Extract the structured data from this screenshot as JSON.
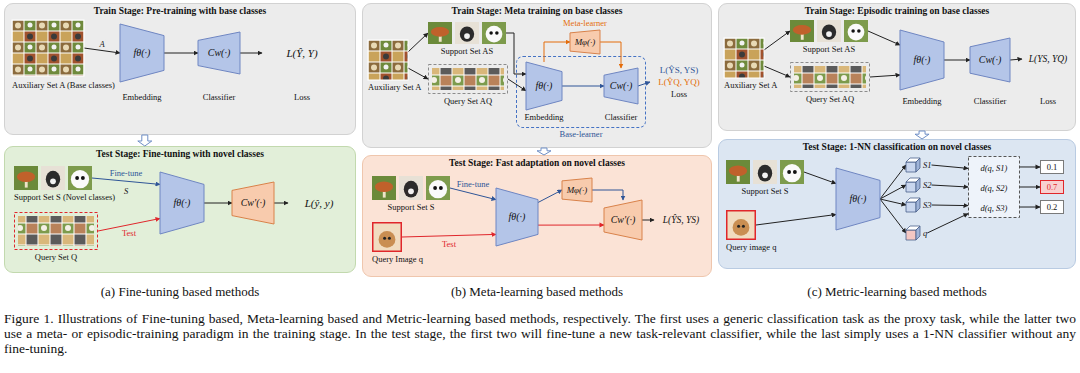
{
  "diagram": {
    "caption": "Figure 1. Illustrations of Fine-tuning based, Meta-learning based and Metric-learning based methods, respectively. The first uses a generic classification task as the proxy task, while the latter two use a meta- or episodic-training paradigm in the training stage. In the test stage, the first two will fine-tune a new task-relevant classifier, while the last simply uses a 1-NN classifier without any fine-tuning.",
    "nodes": [
      {
        "text": [
          "Train Stage: Pre-training with base classes"
        ]
      },
      {
        "text": [
          "Auxiliary Set A (Base classes)"
        ],
        "in": 0
      },
      {
        "text": [
          "fθ(·)",
          "Embedding"
        ],
        "in": 0
      },
      {
        "text": [
          "Cw(·)",
          "Classifier"
        ],
        "in": 0
      },
      {
        "text": [
          "L(Ŷ, Y)",
          "Loss"
        ],
        "in": 0
      },
      {
        "text": [
          "Test Stage: Fine-tuning with novel classes"
        ]
      },
      {
        "text": [
          "Support Set S (Novel classes)"
        ],
        "in": 5
      },
      {
        "text": [
          "Query Set Q"
        ],
        "in": 5
      },
      {
        "text": [
          "fθ(·)"
        ],
        "in": 5
      },
      {
        "text": [
          "Cw'(·)"
        ],
        "in": 5
      },
      {
        "text": [
          "L(ŷ, y)"
        ],
        "in": 5
      },
      {
        "text": [
          "Train Stage: Meta training on base classes"
        ]
      },
      {
        "text": [
          "Auxiliary Set A"
        ],
        "in": 11
      },
      {
        "text": [
          "Support Set AS"
        ],
        "in": 11
      },
      {
        "text": [
          "Query Set AQ"
        ],
        "in": 11
      },
      {
        "text": [
          "Meta-learner",
          "Mφ(·)"
        ],
        "in": 11
      },
      {
        "text": [
          "Base-learner"
        ],
        "in": 11
      },
      {
        "text": [
          "fθ(·)",
          "Embedding"
        ],
        "in": 16
      },
      {
        "text": [
          "Cw(·)",
          "Classifier"
        ],
        "in": 16
      },
      {
        "text": [
          "L(ŶS, YS)",
          "L(ŶQ, YQ)",
          "Loss"
        ],
        "in": 11
      },
      {
        "text": [
          "Test Stage: Fast adaptation on novel classes"
        ]
      },
      {
        "text": [
          "Support Set S"
        ],
        "in": 20
      },
      {
        "text": [
          "Query Image q"
        ],
        "in": 20
      },
      {
        "text": [
          "fθ(·)"
        ],
        "in": 20
      },
      {
        "text": [
          "Mφ(·)"
        ],
        "in": 20
      },
      {
        "text": [
          "Cw'(·)"
        ],
        "in": 20
      },
      {
        "text": [
          "L(ŶS, YS)"
        ],
        "in": 20
      },
      {
        "text": [
          "Train Stage: Episodic training on base classes"
        ]
      },
      {
        "text": [
          "Auxiliary Set A"
        ],
        "in": 27
      },
      {
        "text": [
          "Support Set AS"
        ],
        "in": 27
      },
      {
        "text": [
          "Query Set AQ"
        ],
        "in": 27
      },
      {
        "text": [
          "fθ(·)",
          "Embedding"
        ],
        "in": 27
      },
      {
        "text": [
          "Cw(·)",
          "Classifier"
        ],
        "in": 27
      },
      {
        "text": [
          "L(YS, YQ)",
          "Loss"
        ],
        "in": 27
      },
      {
        "text": [
          "Test Stage: 1-NN classification on novel classes"
        ]
      },
      {
        "text": [
          "Support Set S"
        ],
        "in": 34
      },
      {
        "text": [
          "Query image q"
        ],
        "in": 34
      },
      {
        "text": [
          "fθ(·)"
        ],
        "in": 34
      },
      {
        "text": [
          "S1"
        ],
        "in": 34
      },
      {
        "text": [
          "S2"
        ],
        "in": 34
      },
      {
        "text": [
          "S3"
        ],
        "in": 34
      },
      {
        "text": [
          "q"
        ],
        "in": 34
      },
      {
        "text": [
          "d(q, S1)",
          "d(q, S2)",
          "d(q, S3)"
        ],
        "in": 34
      },
      {
        "text": [
          "0.1"
        ],
        "in": 34
      },
      {
        "text": [
          "0.7"
        ],
        "in": 34
      },
      {
        "text": [
          "0.2"
        ],
        "in": 34
      }
    ],
    "edges": [
      {
        "from": 1,
        "to": 2,
        "arrow": "to",
        "label": "A"
      },
      {
        "from": 2,
        "to": 3,
        "arrow": "to"
      },
      {
        "from": 3,
        "to": 4,
        "arrow": "to"
      },
      {
        "from": 0,
        "to": 5,
        "arrow": "to"
      },
      {
        "from": 6,
        "to": 8,
        "arrow": "to",
        "label": "Fine-tune"
      },
      {
        "from": 7,
        "to": 8,
        "arrow": "to",
        "label": "Test"
      },
      {
        "from": 8,
        "to": 9,
        "arrow": "to"
      },
      {
        "from": 9,
        "to": 10,
        "arrow": "to"
      },
      {
        "from": 12,
        "to": 13,
        "arrow": "to"
      },
      {
        "from": 12,
        "to": 14,
        "arrow": "to"
      },
      {
        "from": 13,
        "to": 17,
        "arrow": "to"
      },
      {
        "from": 14,
        "to": 17,
        "arrow": "to"
      },
      {
        "from": 17,
        "to": 15,
        "arrow": "to"
      },
      {
        "from": 15,
        "to": 18,
        "arrow": "to"
      },
      {
        "from": 17,
        "to": 18,
        "arrow": "to"
      },
      {
        "from": 18,
        "to": 19,
        "arrow": "to"
      },
      {
        "from": 11,
        "to": 20,
        "arrow": "to"
      },
      {
        "from": 21,
        "to": 23,
        "arrow": "to",
        "label": "Fine-tune"
      },
      {
        "from": 22,
        "to": 23,
        "arrow": "to",
        "label": "Test"
      },
      {
        "from": 23,
        "to": 24,
        "arrow": "to"
      },
      {
        "from": 24,
        "to": 25,
        "arrow": "to"
      },
      {
        "from": 23,
        "to": 25,
        "arrow": "to"
      },
      {
        "from": 25,
        "to": 26,
        "arrow": "to"
      },
      {
        "from": 28,
        "to": 29,
        "arrow": "to"
      },
      {
        "from": 28,
        "to": 30,
        "arrow": "to"
      },
      {
        "from": 29,
        "to": 31,
        "arrow": "to"
      },
      {
        "from": 30,
        "to": 31,
        "arrow": "to"
      },
      {
        "from": 31,
        "to": 32,
        "arrow": "to"
      },
      {
        "from": 32,
        "to": 33,
        "arrow": "to"
      },
      {
        "from": 27,
        "to": 34,
        "arrow": "to"
      },
      {
        "from": 35,
        "to": 37,
        "arrow": "to"
      },
      {
        "from": 36,
        "to": 37,
        "arrow": "to"
      },
      {
        "from": 37,
        "to": 38,
        "arrow": "to"
      },
      {
        "from": 37,
        "to": 39,
        "arrow": "to"
      },
      {
        "from": 37,
        "to": 40,
        "arrow": "to"
      },
      {
        "from": 37,
        "to": 41,
        "arrow": "to"
      },
      {
        "from": 38,
        "to": 42,
        "arrow": "to"
      },
      {
        "from": 39,
        "to": 42,
        "arrow": "to"
      },
      {
        "from": 40,
        "to": 42,
        "arrow": "to"
      },
      {
        "from": 41,
        "to": 42,
        "arrow": "to"
      },
      {
        "from": 42,
        "to": 43,
        "arrow": "to"
      },
      {
        "from": 42,
        "to": 44,
        "arrow": "to"
      },
      {
        "from": 42,
        "to": 45,
        "arrow": "to"
      }
    ],
    "labels": [
      "S",
      "(a) Fine-tuning based methods",
      "(b) Meta-learning based methods",
      "(c) Metric-learning based methods"
    ]
  }
}
